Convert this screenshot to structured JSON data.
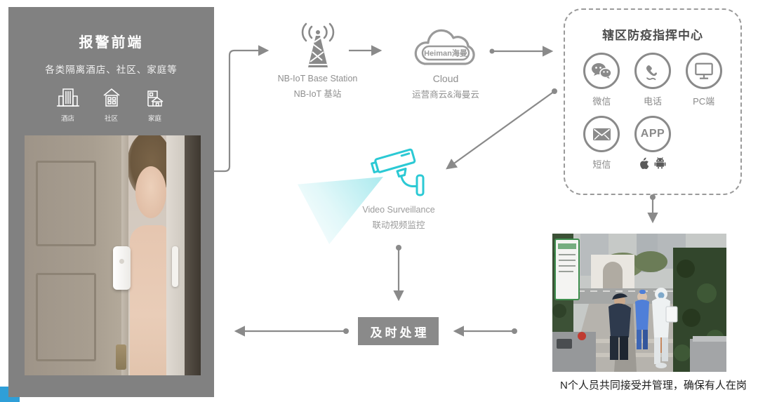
{
  "colors": {
    "panel_gray": "#818181",
    "diagram_gray": "#8a8a8a",
    "accent_cyan": "#2bc9d4",
    "corner_blue": "#2f9fd8",
    "title_dark": "#4d4d4d"
  },
  "panel": {
    "title": "报警前端",
    "subtitle": "各类隔离酒店、社区、家庭等",
    "sites": [
      {
        "icon": "hotel-icon",
        "label": "酒店"
      },
      {
        "icon": "community-icon",
        "label": "社区"
      },
      {
        "icon": "home-icon",
        "label": "家庭"
      }
    ]
  },
  "nbiot": {
    "icon": "nbiot-tower-icon",
    "label_en": "NB-IoT Base Station",
    "label_zh": "NB-IoT 基站"
  },
  "cloud": {
    "icon": "cloud-icon",
    "logo": "Heiman海曼",
    "label_en": "Cloud",
    "label_zh": "运营商云&海曼云"
  },
  "command_center": {
    "title": "辖区防疫指挥中心",
    "channels": [
      {
        "icon": "wechat-icon",
        "label": "微信"
      },
      {
        "icon": "phone-icon",
        "label": "电话"
      },
      {
        "icon": "pc-icon",
        "label": "PC端"
      },
      {
        "icon": "sms-icon",
        "label": "短信"
      },
      {
        "icon": "app-circle",
        "label": "APP",
        "platform_icons": [
          "apple-icon",
          "android-icon"
        ]
      }
    ]
  },
  "camera": {
    "icon": "cctv-camera-icon",
    "label_en": "Video Surveillance",
    "label_zh": "联动视频监控"
  },
  "action_box": {
    "label": "及时处理"
  },
  "scene_caption": "N个人员共同接受并管理，确保有人在岗"
}
